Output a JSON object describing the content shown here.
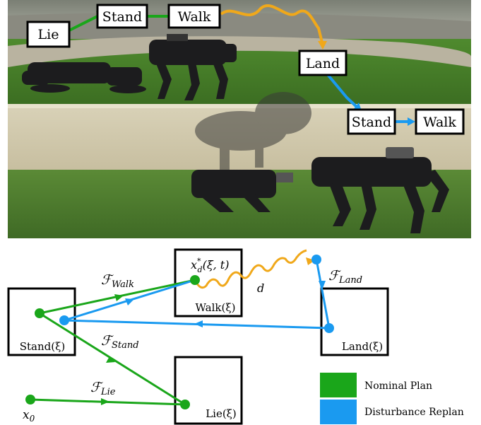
{
  "colors": {
    "nominal": "#1aa61a",
    "replan": "#1a9af0",
    "disturbance": "#f0a81a",
    "box": "#000000"
  },
  "photo": {
    "labels": {
      "lie": "Lie",
      "stand": "Stand",
      "walk": "Walk",
      "land": "Land",
      "stand2": "Stand",
      "walk2": "Walk"
    }
  },
  "diagram": {
    "boxes": {
      "stand": "Stand(ξ)",
      "walk": "Walk(ξ)",
      "land": "Land(ξ)",
      "lie": "Lie(ξ)"
    },
    "funnels": {
      "walk_main": "ℱ",
      "walk_sub": "Walk",
      "stand_main": "ℱ",
      "stand_sub": "Stand",
      "land_main": "ℱ",
      "land_sub": "Land",
      "lie_main": "ℱ",
      "lie_sub": "Lie"
    },
    "points": {
      "x0_main": "x",
      "x0_sub": "0",
      "xd_main": "x",
      "xd_sup": "*",
      "xd_sub": "d",
      "xd_args": "(ξ, t)",
      "d": "d"
    },
    "legend": {
      "nominal": "Nominal Plan",
      "replan": "Disturbance Replan"
    }
  }
}
